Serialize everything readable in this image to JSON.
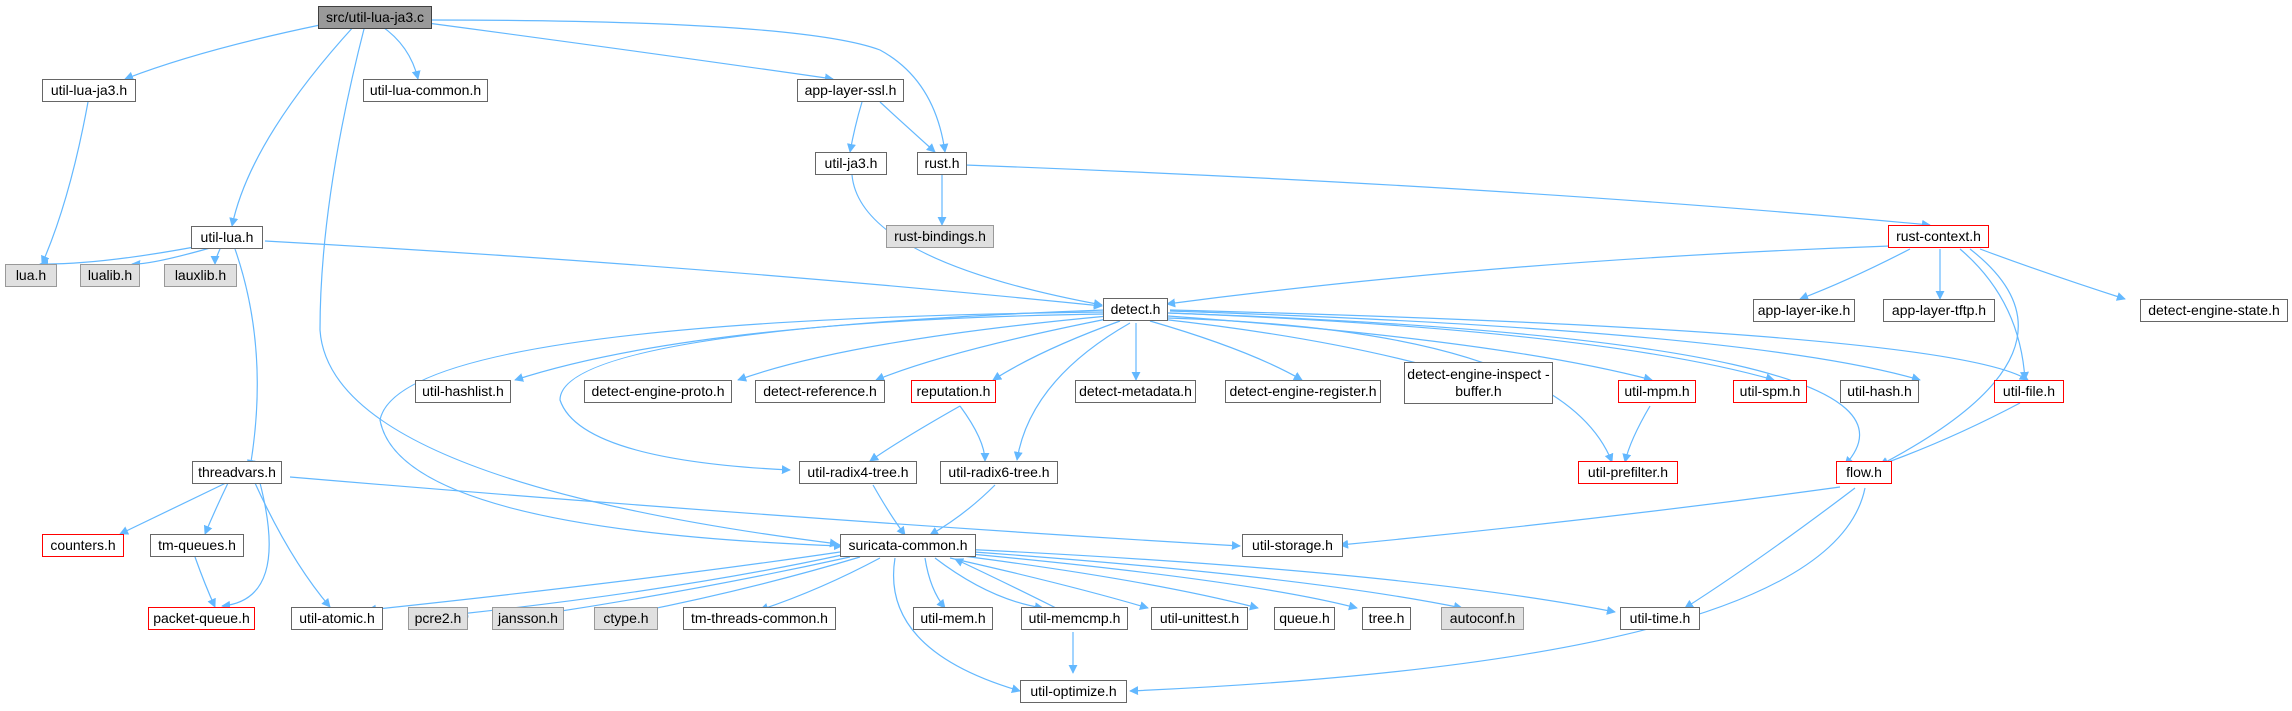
{
  "root": "src/util-lua-ja3.c",
  "colors": {
    "edge": "#63b8ff",
    "node_border": "#666666",
    "truncated_border": "#ff0000",
    "external_fill": "#e0e0e0",
    "root_fill": "#999999"
  },
  "nodes": {
    "src_util_lua_ja3_c": "src/util-lua-ja3.c",
    "util_lua_ja3_h": "util-lua-ja3.h",
    "util_lua_common_h": "util-lua-common.h",
    "app_layer_ssl_h": "app-layer-ssl.h",
    "util_ja3_h": "util-ja3.h",
    "rust_h": "rust.h",
    "rust_bindings_h": "rust-bindings.h",
    "util_lua_h": "util-lua.h",
    "rust_context_h": "rust-context.h",
    "lua_h": "lua.h",
    "lualib_h": "lualib.h",
    "lauxlib_h": "lauxlib.h",
    "detect_h": "detect.h",
    "app_layer_ike_h": "app-layer-ike.h",
    "app_layer_tftp_h": "app-layer-tftp.h",
    "detect_engine_state_h": "detect-engine-state.h",
    "util_hashlist_h": "util-hashlist.h",
    "detect_engine_proto_h": "detect-engine-proto.h",
    "detect_reference_h": "detect-reference.h",
    "reputation_h": "reputation.h",
    "detect_metadata_h": "detect-metadata.h",
    "detect_engine_register_h": "detect-engine-register.h",
    "detect_engine_inspect_buffer_h": "detect-engine-inspect -buffer.h",
    "util_mpm_h": "util-mpm.h",
    "util_spm_h": "util-spm.h",
    "util_hash_h": "util-hash.h",
    "util_file_h": "util-file.h",
    "threadvars_h": "threadvars.h",
    "util_radix4_tree_h": "util-radix4-tree.h",
    "util_radix6_tree_h": "util-radix6-tree.h",
    "util_prefilter_h": "util-prefilter.h",
    "flow_h": "flow.h",
    "counters_h": "counters.h",
    "tm_queues_h": "tm-queues.h",
    "suricata_common_h": "suricata-common.h",
    "util_storage_h": "util-storage.h",
    "packet_queue_h": "packet-queue.h",
    "util_atomic_h": "util-atomic.h",
    "pcre2_h": "pcre2.h",
    "jansson_h": "jansson.h",
    "ctype_h": "ctype.h",
    "tm_threads_common_h": "tm-threads-common.h",
    "util_mem_h": "util-mem.h",
    "util_memcmp_h": "util-memcmp.h",
    "util_unittest_h": "util-unittest.h",
    "queue_h": "queue.h",
    "tree_h": "tree.h",
    "autoconf_h": "autoconf.h",
    "util_time_h": "util-time.h",
    "util_optimize_h": "util-optimize.h"
  }
}
